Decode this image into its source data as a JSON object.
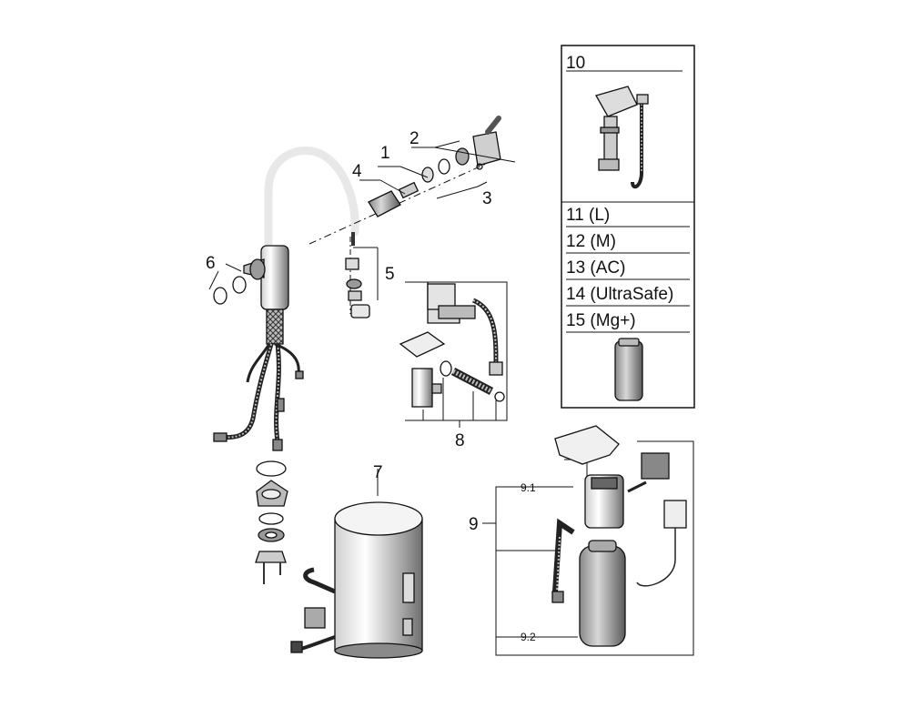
{
  "labels": {
    "l1": "1",
    "l2": "2",
    "l3": "3",
    "l4": "4",
    "l5": "5",
    "l6": "6",
    "l7": "7",
    "l8": "8",
    "l9": "9",
    "l9_1": "9.1",
    "l9_2": "9.2"
  },
  "legend": {
    "title": "10",
    "items": [
      "11 (L)",
      "12 (M)",
      "13 (AC)",
      "14 (UltraSafe)",
      "15 (Mg+)"
    ]
  }
}
